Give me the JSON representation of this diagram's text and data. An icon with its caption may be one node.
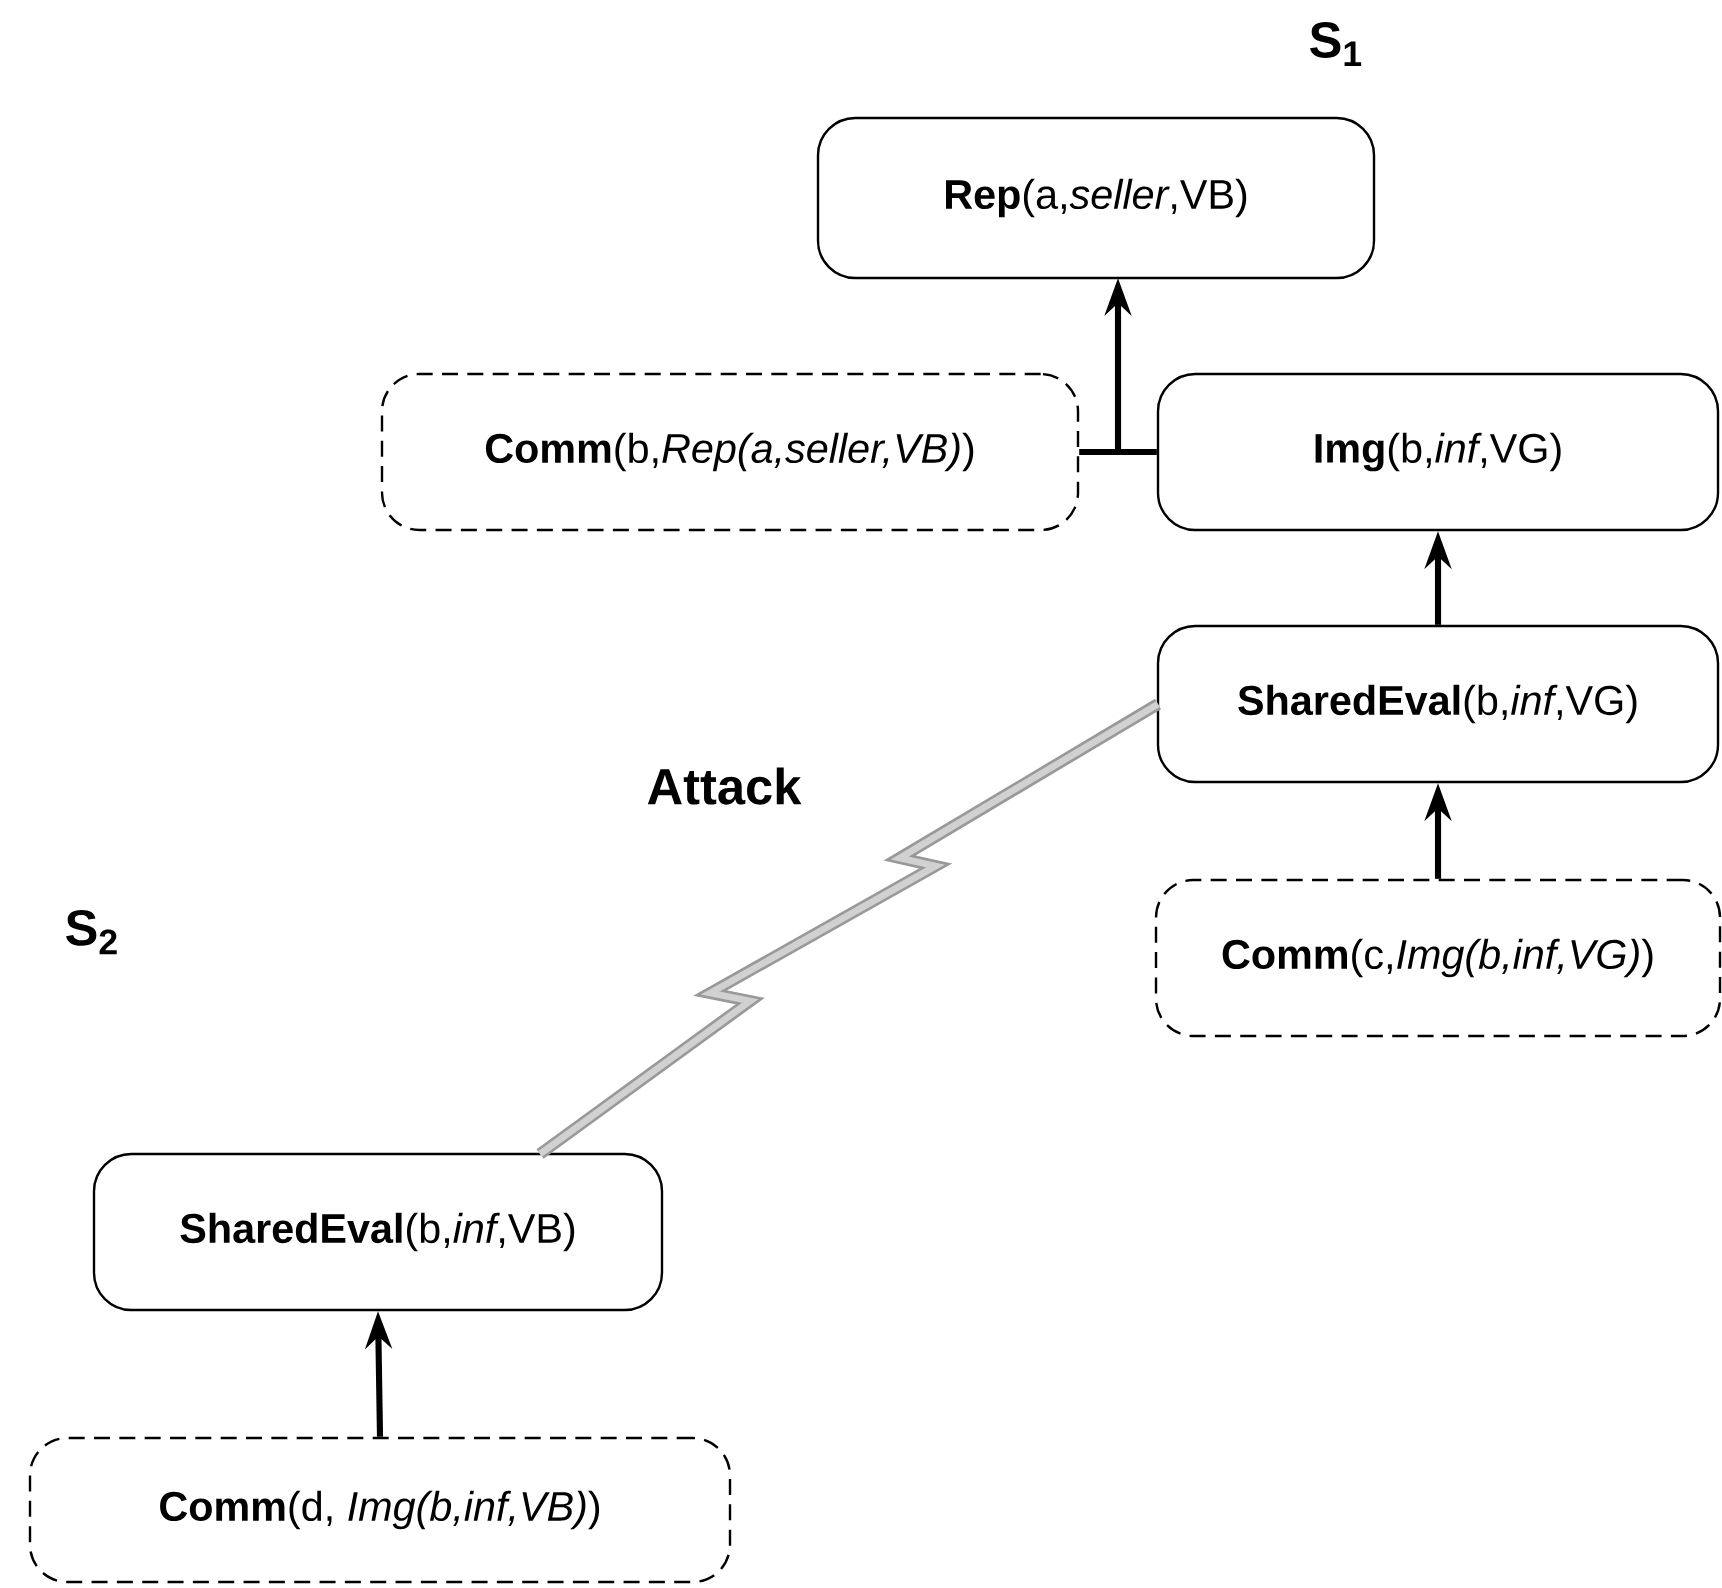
{
  "diagram": {
    "nodes": [
      {
        "text": [
          "**Rep**(a,*seller*,VB)"
        ]
      },
      {
        "text": [
          "**Comm**(b,*Rep(a,seller,VB)*)"
        ]
      },
      {
        "text": [
          "**Img**(b,*inf*,VG)"
        ]
      },
      {
        "text": [
          "**SharedEval**(b,*inf*,VG)"
        ]
      },
      {
        "text": [
          "**Comm**(c,*Img(b,inf,VG)*)"
        ]
      },
      {
        "text": [
          "**SharedEval**(b,*inf*,VB)"
        ]
      },
      {
        "text": [
          "**Comm**(d, *Img(b,inf,VB)*)"
        ]
      }
    ],
    "edges": [
      {
        "from": 1,
        "to": 0,
        "arrow": "to"
      },
      {
        "from": 2,
        "to": 0,
        "arrow": "to"
      },
      {
        "from": 3,
        "to": 2,
        "arrow": "to"
      },
      {
        "from": 4,
        "to": 3,
        "arrow": "to"
      },
      {
        "from": 5,
        "to": 3,
        "arrow": "none",
        "label": "Attack",
        "style": "thick",
        "color": "#999999"
      },
      {
        "from": 6,
        "to": 5,
        "arrow": "to"
      }
    ],
    "labels": [
      "S$_{1}$",
      "S$_{2}$"
    ]
  }
}
